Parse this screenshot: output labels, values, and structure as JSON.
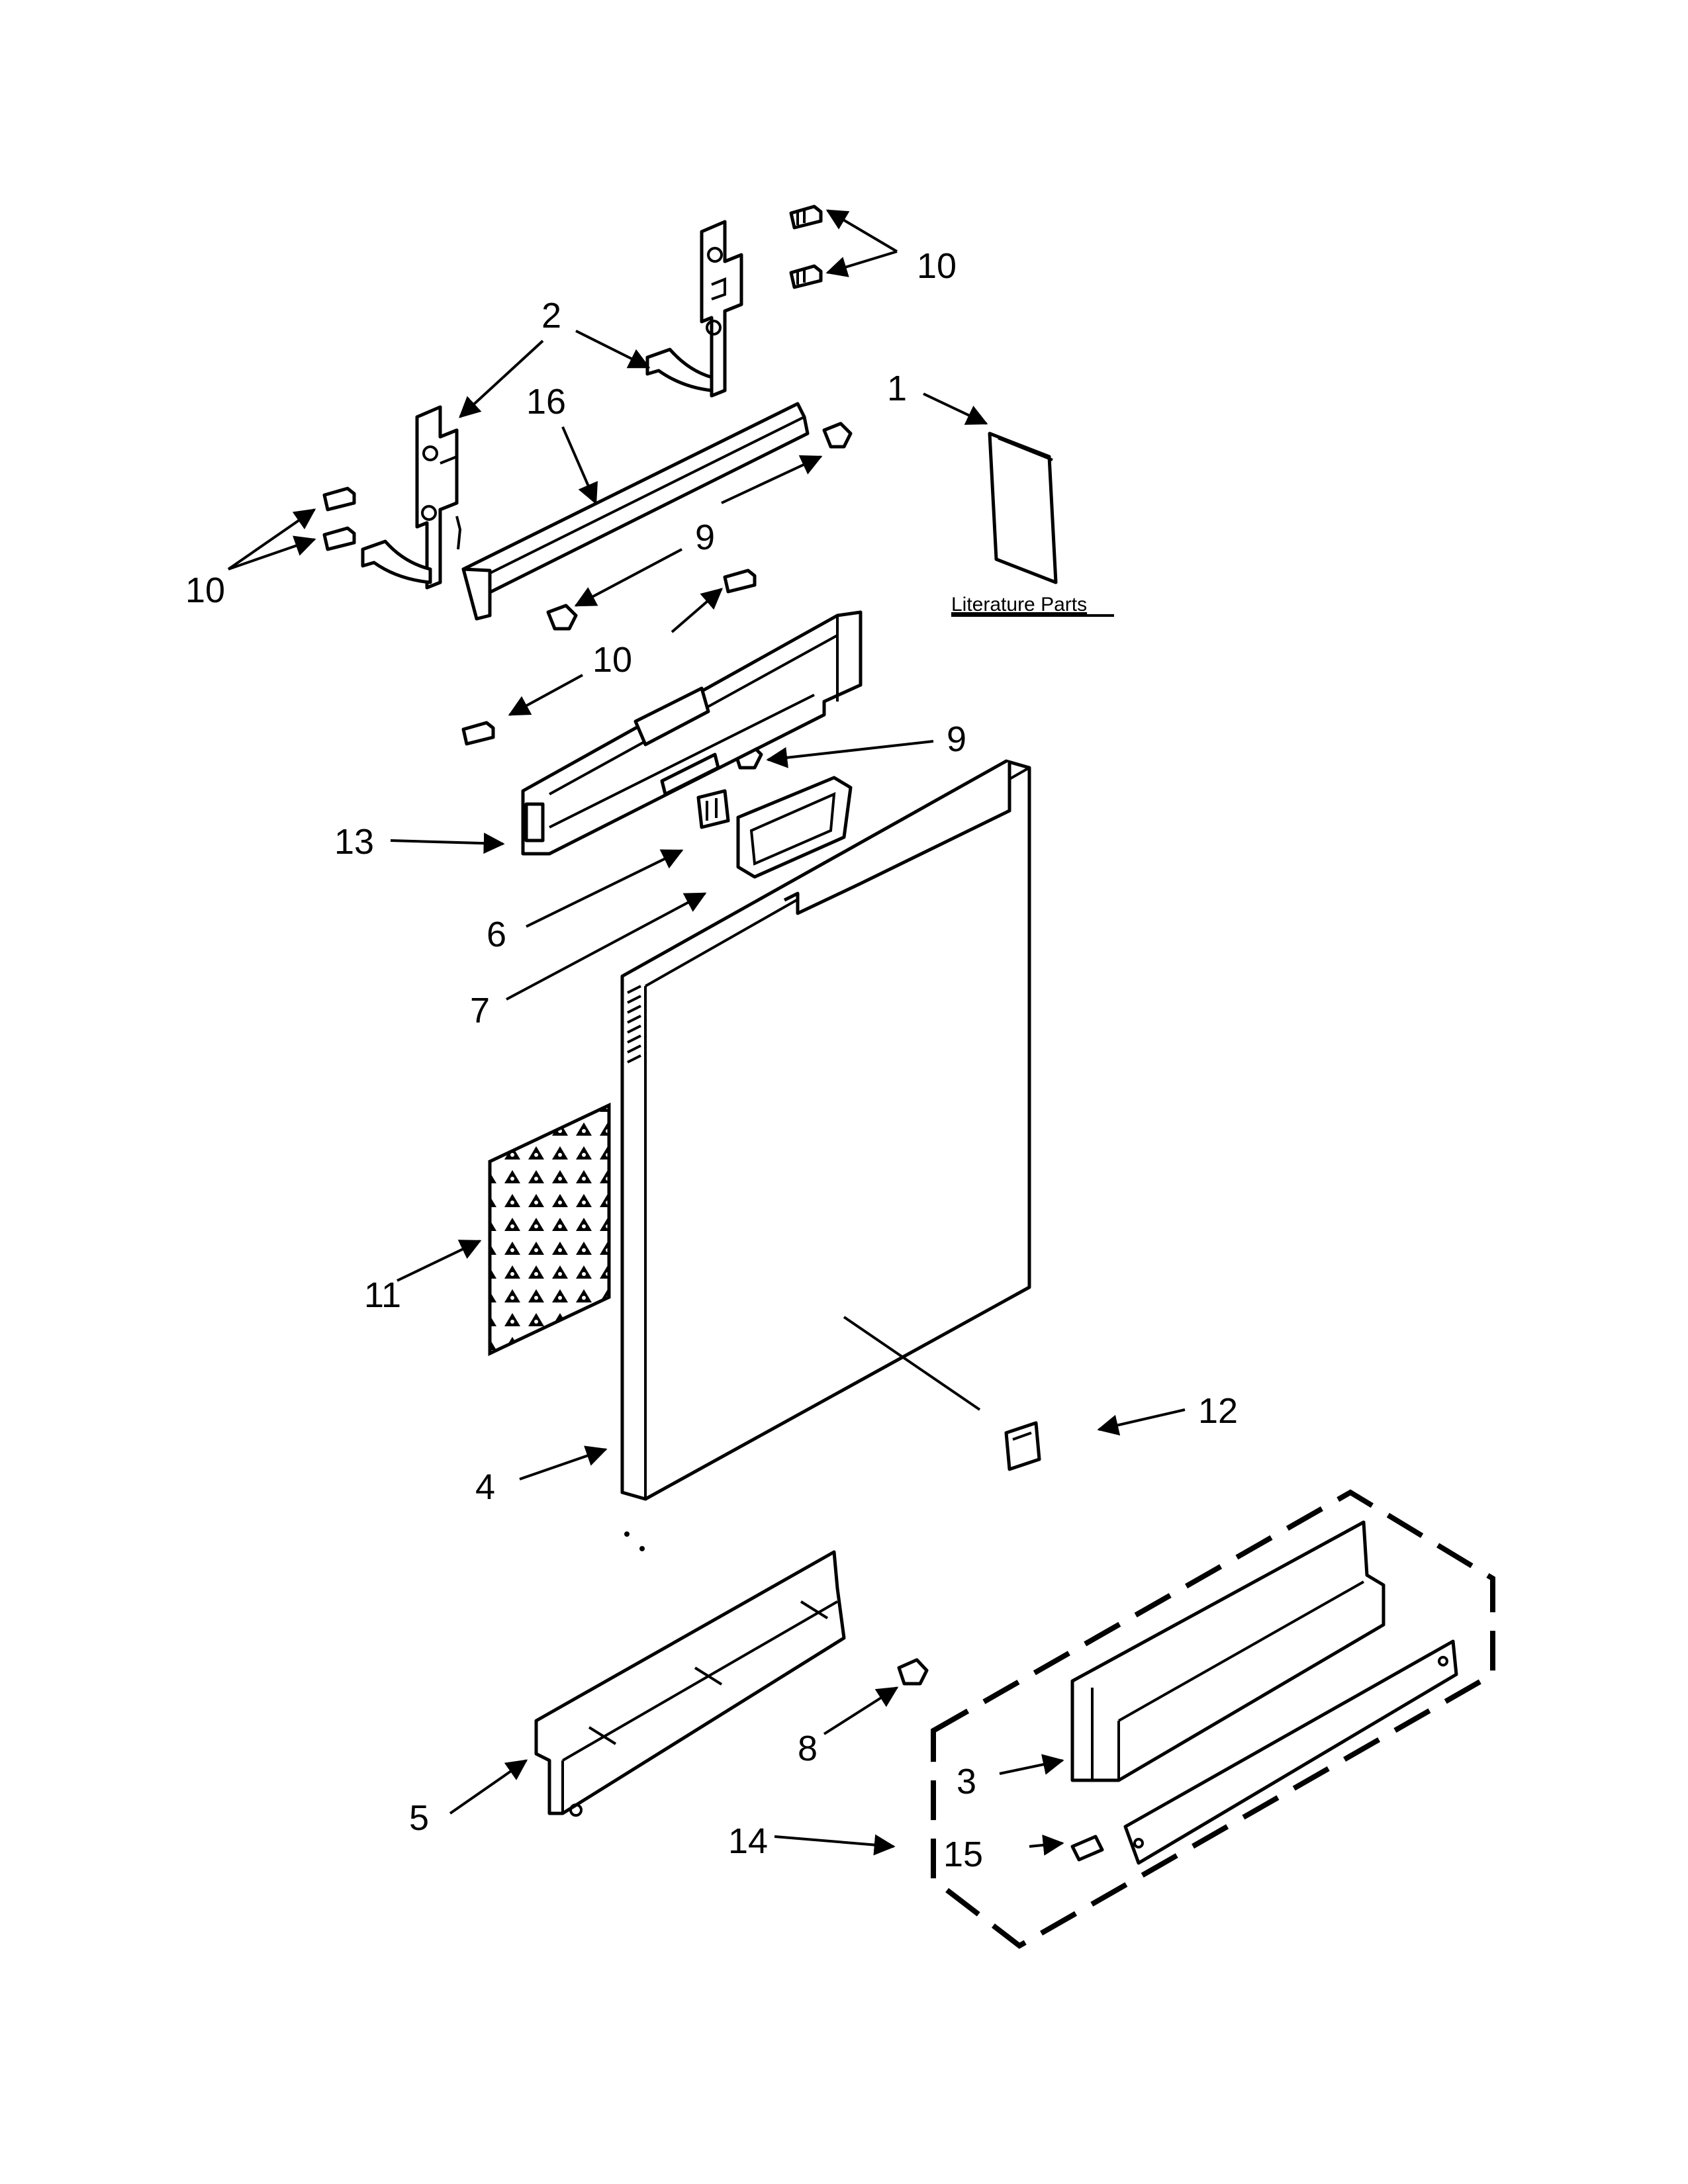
{
  "callouts": {
    "c1": "1",
    "c2": "2",
    "c3": "3",
    "c4": "4",
    "c5": "5",
    "c6": "6",
    "c7": "7",
    "c8": "8",
    "c9a": "9",
    "c9b": "9",
    "c10a": "10",
    "c10b": "10",
    "c10c": "10",
    "c11": "11",
    "c12": "12",
    "c13": "13",
    "c14": "14",
    "c15": "15",
    "c16": "16"
  },
  "literature_label": "Literature Parts"
}
